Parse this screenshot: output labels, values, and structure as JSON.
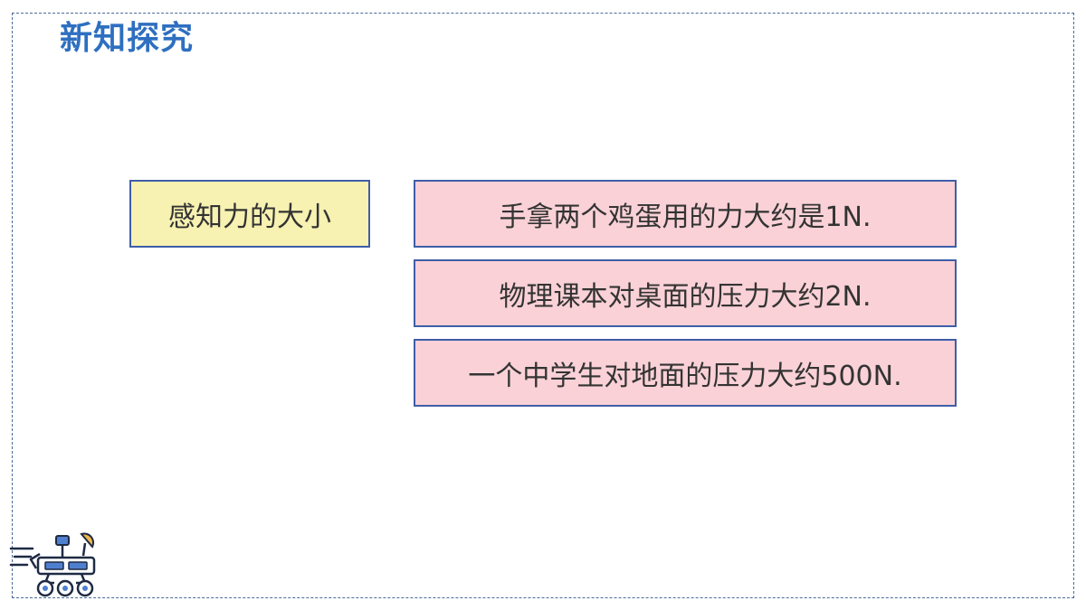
{
  "header": {
    "title": "新知探究"
  },
  "main": {
    "topic_label": "感知力的大小",
    "facts": [
      "手拿两个鸡蛋用的力大约是1N.",
      "物理课本对桌面的压力大约2N.",
      "一个中学生对地面的压力大约500N."
    ]
  },
  "decoration": {
    "icon": "mars-rover-icon",
    "colors": {
      "title": "#2e6fc0",
      "border": "#3f5ea8",
      "topic_fill": "#f7f1b2",
      "fact_fill": "#f9d1d6",
      "rover_accent": "#4f7fcf"
    }
  }
}
